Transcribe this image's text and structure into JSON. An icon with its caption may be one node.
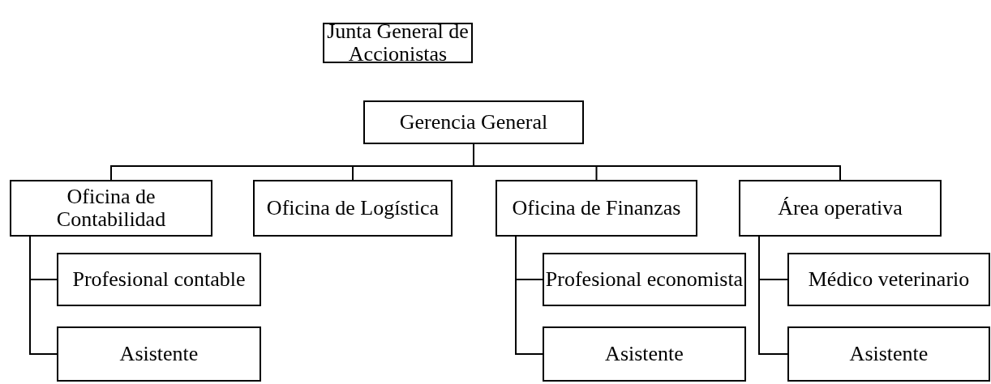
{
  "diagram": {
    "nodes": [
      {
        "text": [
          "Junta General de Accionistas"
        ]
      },
      {
        "text": [
          "Gerencia General"
        ]
      },
      {
        "text": [
          "Oficina de Contabilidad"
        ]
      },
      {
        "text": [
          "Oficina de Logística"
        ]
      },
      {
        "text": [
          "Oficina de Finanzas"
        ]
      },
      {
        "text": [
          "Área operativa"
        ]
      },
      {
        "text": [
          "Profesional contable"
        ]
      },
      {
        "text": [
          "Asistente"
        ]
      },
      {
        "text": [
          "Profesional economista"
        ]
      },
      {
        "text": [
          "Asistente"
        ]
      },
      {
        "text": [
          "Médico veterinario"
        ]
      },
      {
        "text": [
          "Asistente"
        ]
      }
    ],
    "edges": [
      {
        "from": 1,
        "to": 2,
        "arrow": "none"
      },
      {
        "from": 1,
        "to": 3,
        "arrow": "none"
      },
      {
        "from": 1,
        "to": 4,
        "arrow": "none"
      },
      {
        "from": 1,
        "to": 5,
        "arrow": "none"
      },
      {
        "from": 2,
        "to": 6,
        "arrow": "none"
      },
      {
        "from": 2,
        "to": 7,
        "arrow": "none"
      },
      {
        "from": 4,
        "to": 8,
        "arrow": "none"
      },
      {
        "from": 4,
        "to": 9,
        "arrow": "none"
      },
      {
        "from": 5,
        "to": 10,
        "arrow": "none"
      },
      {
        "from": 5,
        "to": 11,
        "arrow": "none"
      }
    ]
  }
}
